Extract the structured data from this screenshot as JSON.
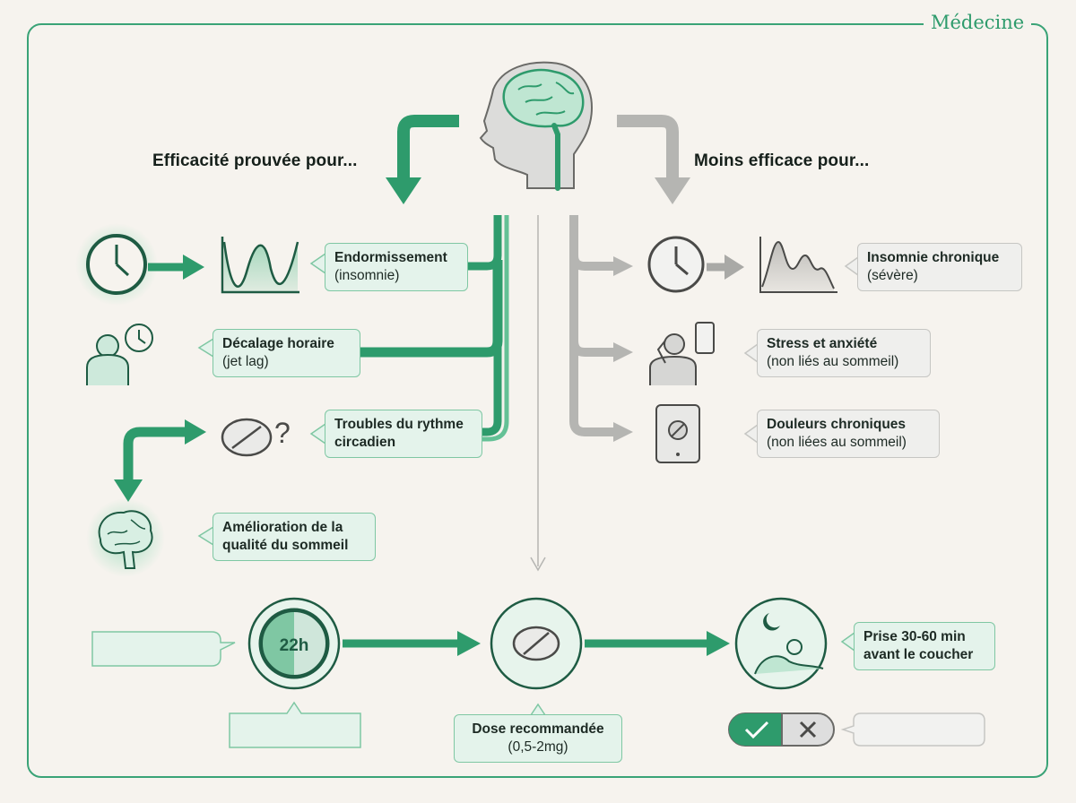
{
  "brand": "Médecine",
  "left_header": "Efficacité prouvée pour...",
  "right_header": "Moins efficace pour...",
  "effective": [
    {
      "title": "Endormissement",
      "sub": "(insomnie)"
    },
    {
      "title": "Décalage horaire",
      "sub": "(jet lag)"
    },
    {
      "title": "Troubles du rythme circadien",
      "sub": ""
    },
    {
      "title": "Amélioration de la qualité du sommeil",
      "sub": ""
    }
  ],
  "less_effective": [
    {
      "title": "Insomnie chronique",
      "sub": "(sévère)"
    },
    {
      "title": "Stress et anxiété",
      "sub": "(non liés au sommeil)"
    },
    {
      "title": "Douleurs chroniques",
      "sub": "(non liées au sommeil)"
    }
  ],
  "protocol": {
    "clock_label": "22h",
    "dose_title": "Dose recommandée",
    "dose_sub": "(0,5-2mg)",
    "timing_title": "Prise 30-60 min",
    "timing_sub": "avant le coucher"
  },
  "icons": [
    "clock-icon",
    "wave-chart-icon",
    "person-clock-icon",
    "pill-question-icon",
    "brain-icon",
    "head-brain-icon",
    "tablet-icon",
    "phone-stress-icon",
    "moon-sleep-icon",
    "check-icon",
    "cross-icon"
  ],
  "colors": {
    "accent": "#2e9b6c",
    "accent_light": "#e4f3eb",
    "muted": "#a9a9a6",
    "frame": "#3aa377"
  }
}
